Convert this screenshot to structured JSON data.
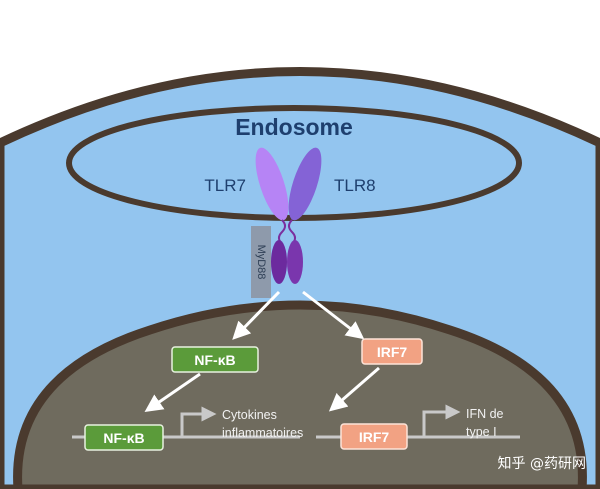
{
  "diagram": {
    "compartment_label": "Endosome",
    "receptors": {
      "left": "TLR7",
      "right": "TLR8"
    },
    "adaptor": "MyD88",
    "cytoplasm_boxes": {
      "nfkb": "NF-κB",
      "irf7": "IRF7"
    },
    "nucleus_boxes": {
      "nfkb": "NF-κB",
      "irf7": "IRF7"
    },
    "genes": {
      "cytokines_line1": "Cytokines",
      "cytokines_line2": "inflammatoires",
      "ifn_line1": "IFN de",
      "ifn_line2": "type  I"
    }
  },
  "watermark": "知乎 @药研网",
  "colors": {
    "cytoplasm": "#93c5ef",
    "membrane": "#4a3a2e",
    "nucleus": "#6f6b5e",
    "tlr7": "#b684f5",
    "tlr8": "#8463d6",
    "myd88_bar": "#8e9aab",
    "nfkb_box": "#5b9b3a",
    "irf7_box": "#f2a283",
    "text_dark": "#1e3f6e"
  }
}
